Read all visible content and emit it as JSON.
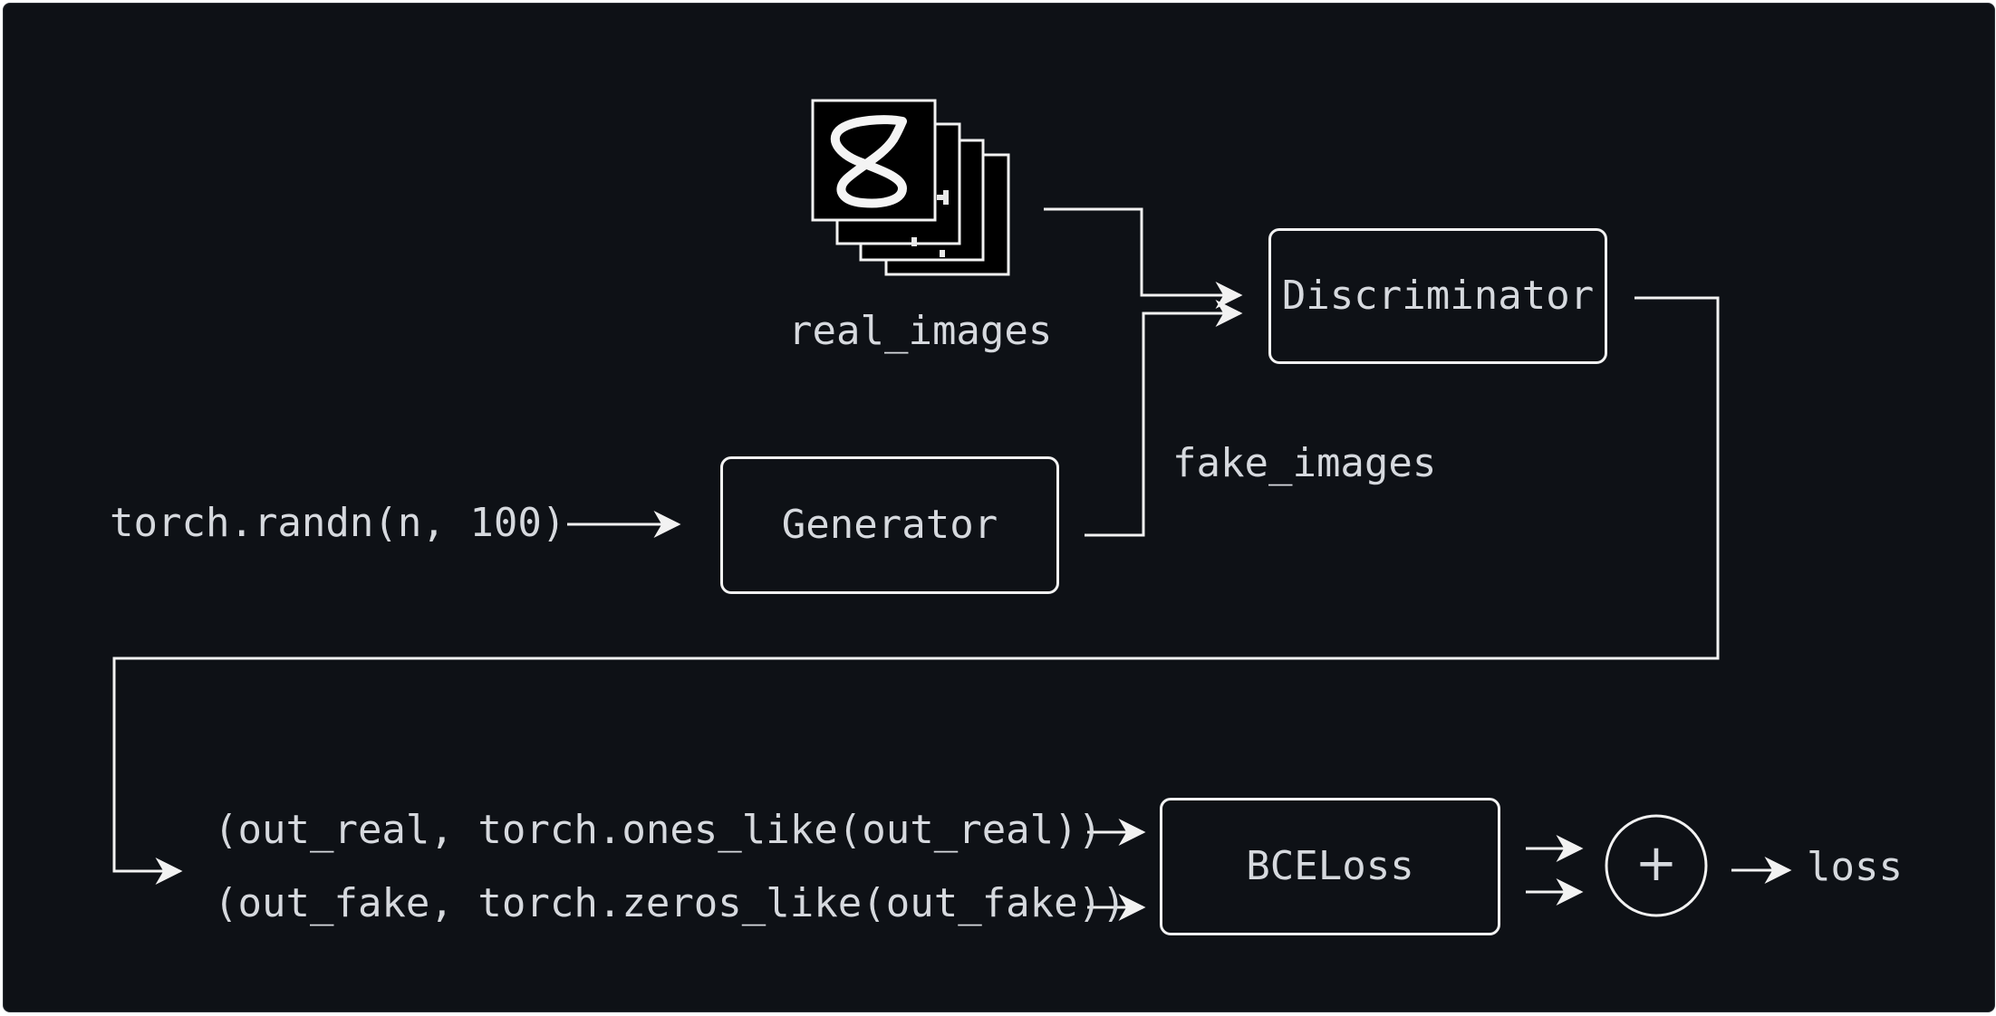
{
  "nodes": {
    "discriminator": "Discriminator",
    "generator": "Generator",
    "bce_loss": "BCELoss",
    "sum": "+"
  },
  "labels": {
    "real_images": "real_images",
    "fake_images": "fake_images",
    "noise_input": "torch.randn(n, 100)",
    "real_pair": "(out_real, torch.ones_like(out_real))",
    "fake_pair": "(out_fake, torch.zeros_like(out_fake))",
    "output": "loss"
  },
  "icons": {
    "image_stack": "mnist-digit-stack-icon"
  },
  "colors": {
    "background": "#0e1116",
    "stroke": "#f2f2f2",
    "text": "#d6d9de"
  }
}
